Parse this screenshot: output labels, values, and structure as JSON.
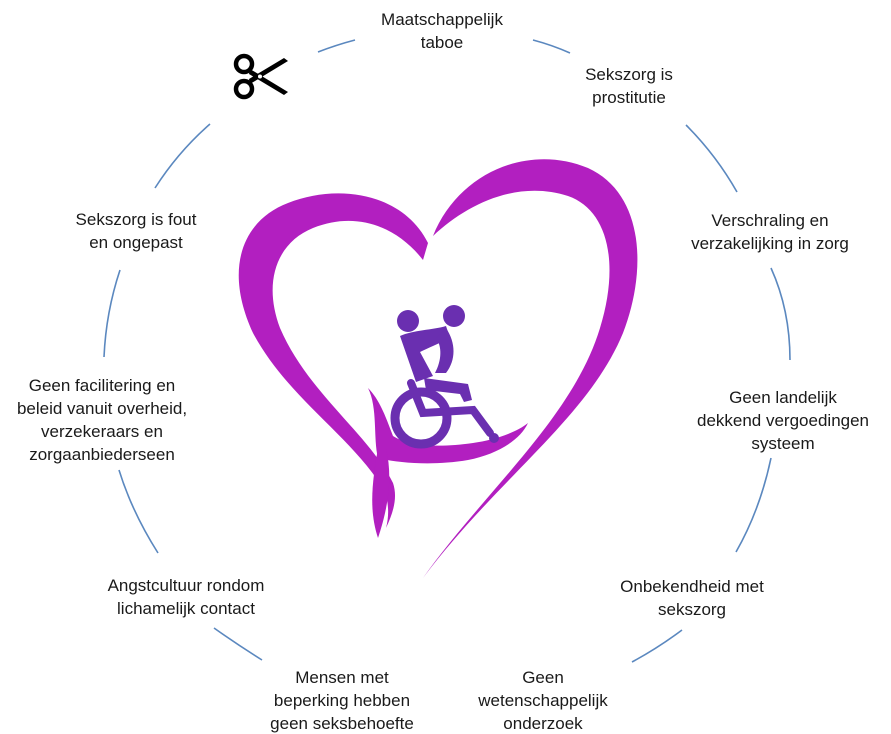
{
  "diagram": {
    "center_icon": "heart-hand-wheelchair-dancing-couple-icon",
    "cut_icon": "scissors-icon",
    "colors": {
      "heart": "#b21fc0",
      "figure": "#6a2fb0",
      "ring": "#5b88bf",
      "text": "#1a1a1a"
    },
    "nodes": [
      {
        "id": "n1",
        "lines": [
          "Maatschappelijk",
          "taboe"
        ]
      },
      {
        "id": "n2",
        "lines": [
          "Sekszorg is",
          "prostitutie"
        ]
      },
      {
        "id": "n3",
        "lines": [
          "Verschraling en",
          "verzakelijking in zorg"
        ]
      },
      {
        "id": "n4",
        "lines": [
          "Geen landelijk",
          "dekkend vergoedingen",
          "systeem"
        ]
      },
      {
        "id": "n5",
        "lines": [
          "Onbekendheid met",
          "sekszorg"
        ]
      },
      {
        "id": "n6",
        "lines": [
          "Geen",
          "wetenschappelijk",
          "onderzoek"
        ]
      },
      {
        "id": "n7",
        "lines": [
          "Mensen met",
          "beperking hebben",
          "geen seksbehoefte"
        ]
      },
      {
        "id": "n8",
        "lines": [
          "Angstcultuur rondom",
          "lichamelijk contact"
        ]
      },
      {
        "id": "n9",
        "lines": [
          "Geen facilitering en",
          "beleid vanuit overheid,",
          "verzekeraars en",
          "zorgaanbiederseen"
        ]
      },
      {
        "id": "n10",
        "lines": [
          "Sekszorg is fout",
          "en ongepast"
        ]
      }
    ]
  }
}
